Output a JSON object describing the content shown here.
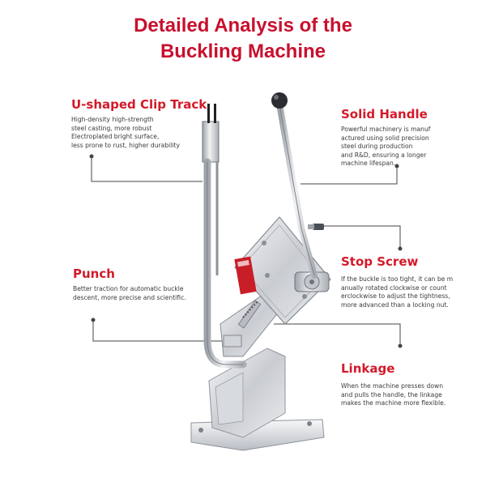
{
  "title": {
    "line1": "Detailed Analysis of the",
    "line2": "Buckling Machine"
  },
  "callouts": {
    "clip_track": {
      "heading": "U-shaped Clip Track",
      "lines": [
        "High-density high-strength",
        "steel casting, more robust",
        "Electroplated bright surface,",
        "less prone to rust, higher durability"
      ]
    },
    "handle": {
      "heading": "Solid Handle",
      "lines": [
        "Powerful machinery is manuf",
        "actured using solid precision",
        "steel during production",
        "and R&D, ensuring a longer",
        "machine lifespan."
      ]
    },
    "punch": {
      "heading": "Punch",
      "lines": [
        "Better traction for automatic buckle",
        "descent, more precise and scientific."
      ]
    },
    "stop_screw": {
      "heading": "Stop Screw",
      "lines": [
        "If the buckle is too tight, it can be m",
        "anually rotated clockwise or count",
        "erclockwise to adjust the tightness,",
        "more advanced than a locking nut."
      ]
    },
    "linkage": {
      "heading": "Linkage",
      "lines": [
        "When the machine presses down",
        "and pulls the handle, the linkage",
        "makes the machine more flexible."
      ]
    }
  },
  "colors": {
    "title": "#c8102e",
    "heading": "#d31a2a",
    "body_text": "#3a3a3a",
    "leader_line": "#444444"
  }
}
